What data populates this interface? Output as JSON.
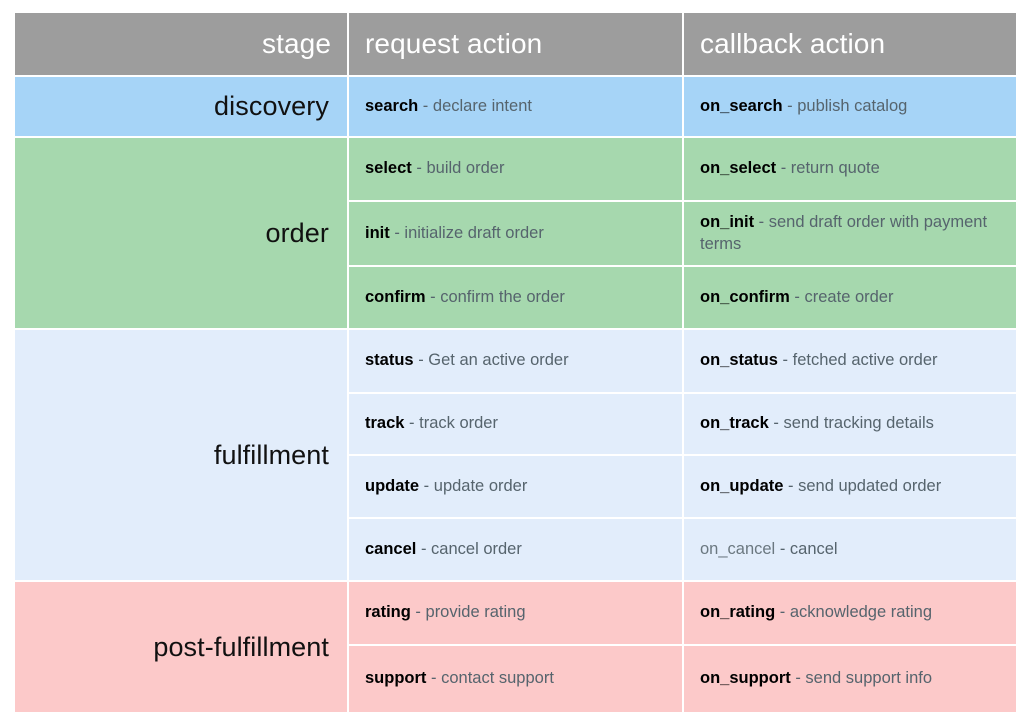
{
  "table": {
    "headers": {
      "stage": "stage",
      "request_action": "request action",
      "callback_action": "callback action"
    },
    "colors": {
      "header_background": "#9d9d9d",
      "header_text": "#ffffff",
      "discovery_background": "#a6d4f7",
      "order_background": "#a6d8ae",
      "fulfillment_background": "#e2edfb",
      "post_fulfillment_background": "#fcc9c9",
      "action_name_text": "#000000",
      "action_description_text": "#56646d",
      "page_background": "#ffffff"
    },
    "stages": [
      {
        "label": "discovery",
        "rows": [
          {
            "request": {
              "name": "search",
              "sep": " - ",
              "desc": "declare intent",
              "muted": false
            },
            "callback": {
              "name": "on_search",
              "sep": " - ",
              "desc": "publish catalog",
              "muted": false
            }
          }
        ]
      },
      {
        "label": "order",
        "rows": [
          {
            "request": {
              "name": "select",
              "sep": " - ",
              "desc": "build order",
              "muted": false
            },
            "callback": {
              "name": "on_select",
              "sep": " - ",
              "desc": "return quote",
              "muted": false
            }
          },
          {
            "request": {
              "name": "init",
              "sep": " - ",
              "desc": "initialize draft order",
              "muted": false
            },
            "callback": {
              "name": "on_init",
              "sep": " - ",
              "desc": "send draft order with payment terms",
              "muted": false
            }
          },
          {
            "request": {
              "name": "confirm",
              "sep": " - ",
              "desc": "confirm the order",
              "muted": false
            },
            "callback": {
              "name": "on_confirm",
              "sep": " - ",
              "desc": "create order",
              "muted": false
            }
          }
        ]
      },
      {
        "label": "fulfillment",
        "rows": [
          {
            "request": {
              "name": "status",
              "sep": " - ",
              "desc": "Get an active order",
              "muted": false
            },
            "callback": {
              "name": "on_status",
              "sep": " - ",
              "desc": "fetched active order",
              "muted": false
            }
          },
          {
            "request": {
              "name": "track",
              "sep": " - ",
              "desc": "track order",
              "muted": false
            },
            "callback": {
              "name": "on_track",
              "sep": " - ",
              "desc": "send tracking details",
              "muted": false
            }
          },
          {
            "request": {
              "name": "update",
              "sep": " - ",
              "desc": "update order",
              "muted": false
            },
            "callback": {
              "name": "on_update",
              "sep": " - ",
              "desc": "send updated order",
              "muted": false
            }
          },
          {
            "request": {
              "name": "cancel",
              "sep": " - ",
              "desc": "cancel order",
              "muted": false
            },
            "callback": {
              "name": "on_cancel",
              "sep": " - ",
              "desc": "cancel",
              "muted": true
            }
          }
        ]
      },
      {
        "label": "post-fulfillment",
        "rows": [
          {
            "request": {
              "name": "rating",
              "sep": " - ",
              "desc": "provide rating",
              "muted": false
            },
            "callback": {
              "name": "on_rating",
              "sep": " - ",
              "desc": "acknowledge rating",
              "muted": false
            }
          },
          {
            "request": {
              "name": "support",
              "sep": " - ",
              "desc": "contact support",
              "muted": false
            },
            "callback": {
              "name": "on_support",
              "sep": " - ",
              "desc": "send support info",
              "muted": false
            }
          }
        ]
      }
    ]
  }
}
